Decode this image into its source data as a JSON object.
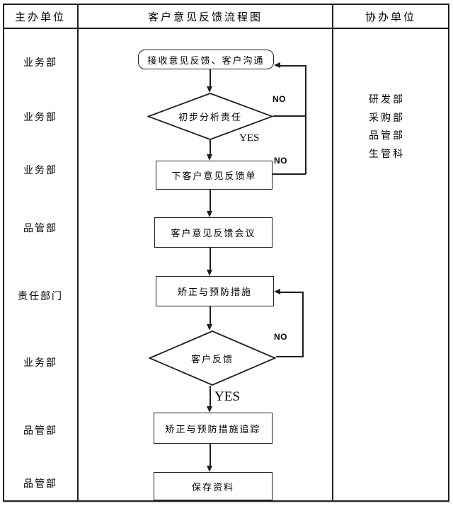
{
  "header": {
    "col1": "主办单位",
    "col2": "客户意见反馈流程图",
    "col3": "协办单位"
  },
  "left_column": {
    "labels": [
      "业务部",
      "业务部",
      "业务部",
      "品管部",
      "责任部门",
      "业务部",
      "品管部",
      "品管部"
    ]
  },
  "right_column": {
    "labels": [
      "研发部",
      "采购部",
      "品管部",
      "生管科"
    ]
  },
  "flowchart": {
    "nodes": [
      {
        "id": "start",
        "type": "terminator",
        "label": "接收意见反馈、客户沟通"
      },
      {
        "id": "decision1",
        "type": "decision",
        "label": "初步分析责任"
      },
      {
        "id": "step1",
        "type": "process",
        "label": "下客户意见反馈单"
      },
      {
        "id": "step2",
        "type": "process",
        "label": "客户意见反馈会议"
      },
      {
        "id": "step3",
        "type": "process",
        "label": "矫正与预防措施"
      },
      {
        "id": "decision2",
        "type": "decision",
        "label": "客户反馈"
      },
      {
        "id": "step4",
        "type": "process",
        "label": "矫正与预防措施追踪"
      },
      {
        "id": "end",
        "type": "process",
        "label": "保存资料"
      }
    ],
    "edge_labels": {
      "no1": "NO",
      "no2": "NO",
      "yes1": "YES",
      "no3": "NO",
      "yes2": "YES"
    }
  },
  "colors": {
    "line": "#1f1f1f",
    "background": "#ffffff",
    "text": "#000000"
  }
}
